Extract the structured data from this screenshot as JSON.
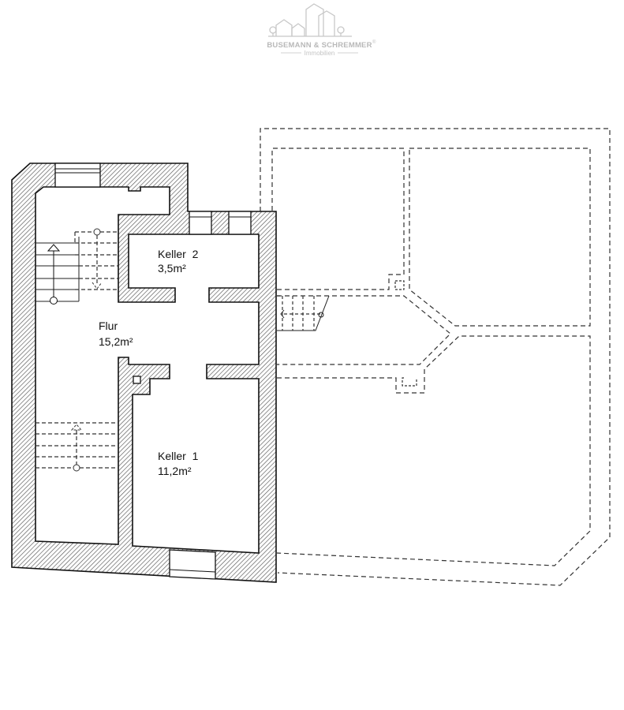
{
  "logo": {
    "name": "BUSEMANN & SCHREMMER",
    "registered": "®",
    "subtitle": "Immobilien",
    "color": "#b9b9b9"
  },
  "rooms": [
    {
      "name": "Keller  2",
      "area": "3,5m²"
    },
    {
      "name": "Flur",
      "area": "15,2m²"
    },
    {
      "name": "Keller  1",
      "area": "11,2m²"
    }
  ],
  "colors": {
    "wall_stroke": "#111111",
    "hatch": "#555555",
    "dashed": "#333333"
  }
}
